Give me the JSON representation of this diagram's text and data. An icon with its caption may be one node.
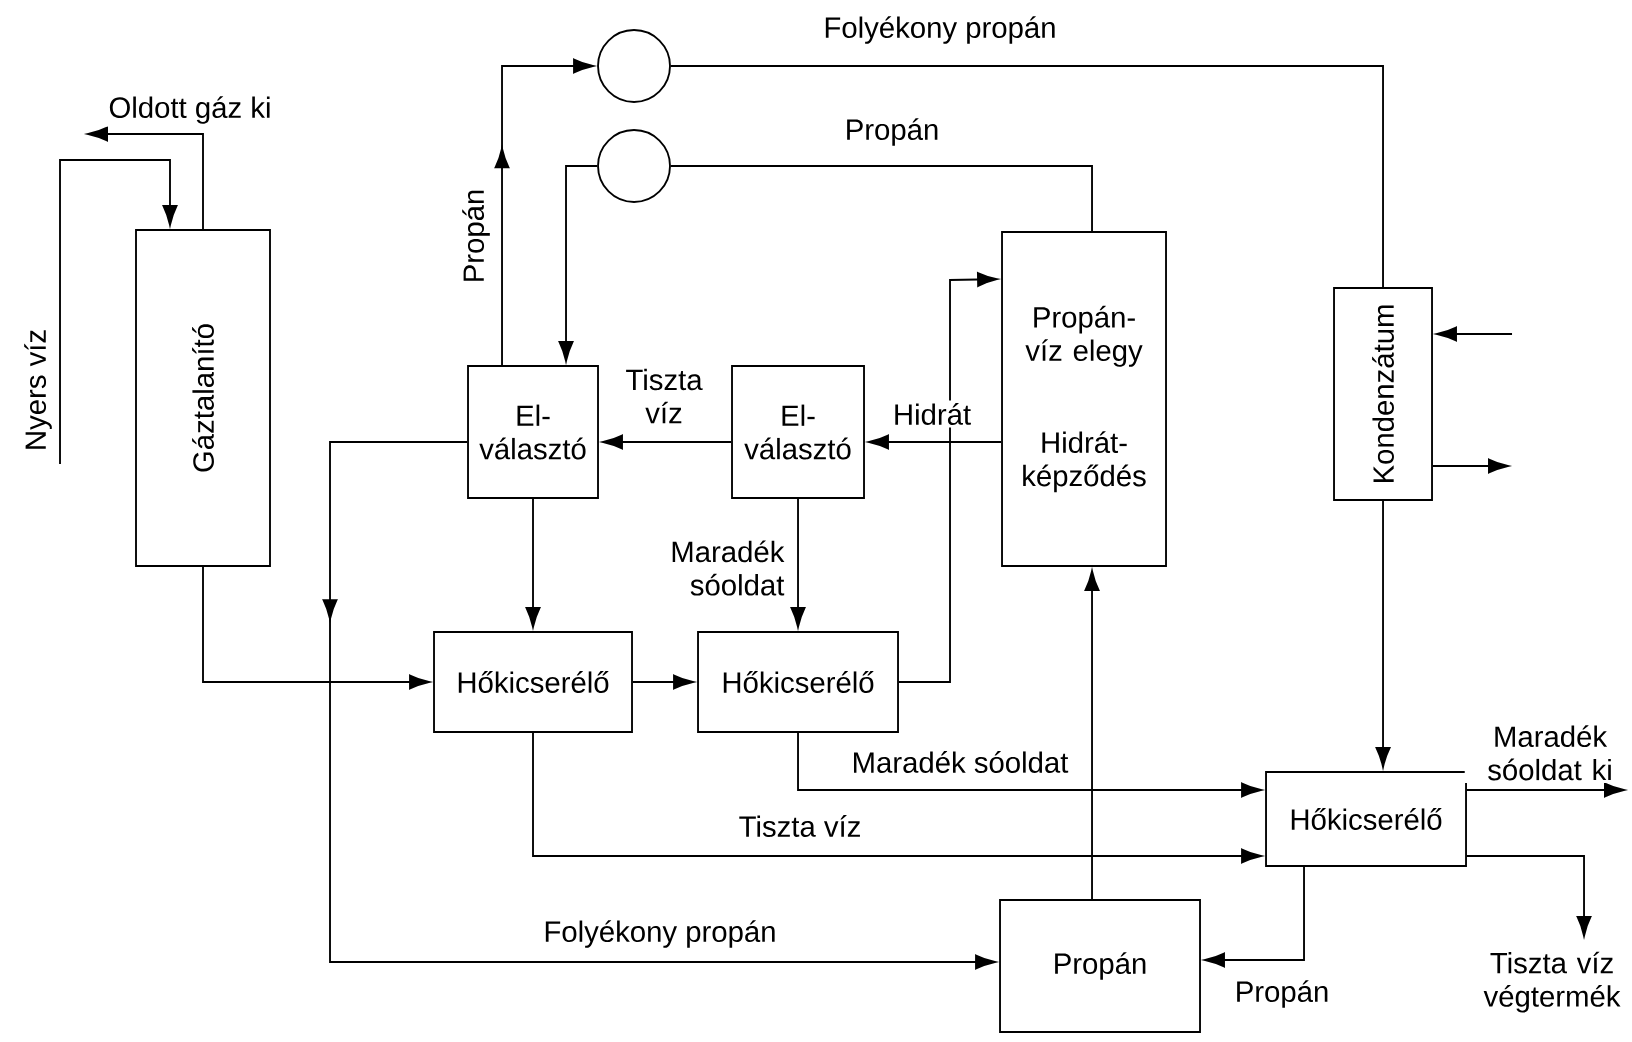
{
  "diagram": {
    "nodes": [
      {
        "text": [
          "Gáztalanító"
        ]
      },
      {
        "text": [],
        "shape": "circle"
      },
      {
        "text": [],
        "shape": "circle"
      },
      {
        "text": [
          "El-választó"
        ]
      },
      {
        "text": [
          "El-választó"
        ]
      },
      {
        "text": [
          "Propán-víz elegy",
          "Hidrát-képződés"
        ]
      },
      {
        "text": [
          "Kondenzátum"
        ]
      },
      {
        "text": [
          "Hőkicserélő"
        ]
      },
      {
        "text": [
          "Hőkicserélő"
        ]
      },
      {
        "text": [
          "Hőkicserélő"
        ]
      },
      {
        "text": [
          "Propán"
        ]
      }
    ],
    "edges": [
      {
        "from": 0,
        "to": null,
        "arrow": "to",
        "label": "Oldott gáz ki"
      },
      {
        "from": null,
        "to": 0,
        "arrow": "to",
        "label": "Nyers víz"
      },
      {
        "from": 0,
        "to": 7,
        "arrow": "to"
      },
      {
        "from": 3,
        "to": 1,
        "arrow": "to",
        "label": "Propán"
      },
      {
        "from": 1,
        "to": 6,
        "arrow": "none",
        "label": "Folyékony propán"
      },
      {
        "from": 5,
        "to": 2,
        "arrow": "none",
        "label": "Propán"
      },
      {
        "from": 2,
        "to": 3,
        "arrow": "to"
      },
      {
        "from": 4,
        "to": 3,
        "arrow": "to",
        "label": "Tiszta víz"
      },
      {
        "from": 5,
        "to": 4,
        "arrow": "to",
        "label": "Hidrát"
      },
      {
        "from": 3,
        "to": 7,
        "arrow": "to"
      },
      {
        "from": 4,
        "to": 8,
        "arrow": "to",
        "label": "Maradék sóoldat"
      },
      {
        "from": 7,
        "to": 8,
        "arrow": "to"
      },
      {
        "from": 8,
        "to": 5,
        "arrow": "to"
      },
      {
        "from": 3,
        "to": 10,
        "arrow": "to",
        "label": "Folyékony propán"
      },
      {
        "from": 8,
        "to": 9,
        "arrow": "to",
        "label": "Maradék sóoldat"
      },
      {
        "from": 7,
        "to": 9,
        "arrow": "to",
        "label": "Tiszta víz"
      },
      {
        "from": 6,
        "to": 9,
        "arrow": "to"
      },
      {
        "from": 9,
        "to": 10,
        "arrow": "to",
        "label": "Propán"
      },
      {
        "from": 10,
        "to": 5,
        "arrow": "to"
      },
      {
        "from": 9,
        "to": null,
        "arrow": "to",
        "label": "Maradék sóoldat ki"
      },
      {
        "from": 9,
        "to": null,
        "arrow": "to",
        "label": "Tiszta víz végtermék"
      },
      {
        "from": null,
        "to": 6,
        "arrow": "to"
      },
      {
        "from": 6,
        "to": null,
        "arrow": "to"
      }
    ]
  }
}
